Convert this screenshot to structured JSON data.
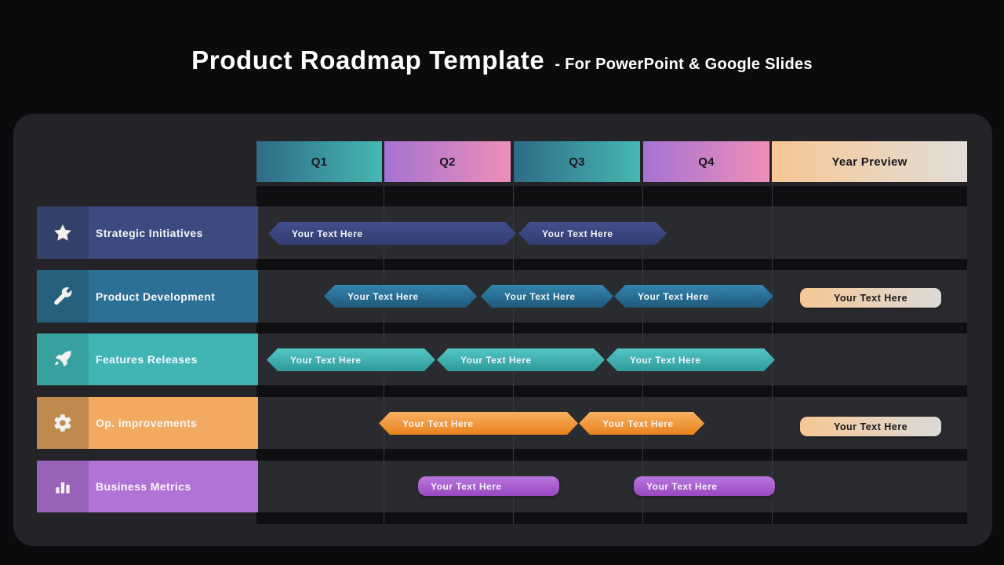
{
  "title": {
    "main": "Product Roadmap Template",
    "subtitle": "- For PowerPoint & Google Slides"
  },
  "columns": [
    {
      "label": "Q1",
      "gradient": [
        "#2f6b86",
        "#46b8b2"
      ]
    },
    {
      "label": "Q2",
      "gradient": [
        "#a573d2",
        "#ee8fb8"
      ]
    },
    {
      "label": "Q3",
      "gradient": [
        "#2f6b86",
        "#46b8b2"
      ]
    },
    {
      "label": "Q4",
      "gradient": [
        "#a573d2",
        "#ee8fb8"
      ]
    },
    {
      "label": "Year Preview",
      "gradient": [
        "#f7c795",
        "#e2ddd7"
      ]
    }
  ],
  "rows": [
    {
      "label": "Strategic Initiatives",
      "icon": "star-icon",
      "band_color": "#3c4a7f",
      "icon_bg": "#334069",
      "bar_gradient": [
        "#434f8e",
        "#333d71"
      ],
      "bars": [
        {
          "text": "Your Text Here"
        },
        {
          "text": "Your Text Here"
        }
      ]
    },
    {
      "label": "Product Development",
      "icon": "wrench-icon",
      "band_color": "#2d7095",
      "icon_bg": "#25607d",
      "bar_gradient": [
        "#3484ae",
        "#1f5a7b"
      ],
      "bars": [
        {
          "text": "Your Text Here"
        },
        {
          "text": "Your Text Here"
        },
        {
          "text": "Your Text Here"
        }
      ],
      "year_bar": {
        "text": "Your Text Here",
        "gradient": [
          "#f6c795",
          "#dcdad8"
        ]
      }
    },
    {
      "label": "Features Releases",
      "icon": "rocket-icon",
      "band_color": "#40b5b4",
      "icon_bg": "#37a1a0",
      "bar_gradient": [
        "#52c6c4",
        "#2f9b9b"
      ],
      "bars": [
        {
          "text": "Your Text Here"
        },
        {
          "text": "Your Text Here"
        },
        {
          "text": "Your Text Here"
        }
      ]
    },
    {
      "label": "Op. improvements",
      "icon": "gear-icon",
      "band_color": "#f1aa5f",
      "icon_bg": "#c08a4f",
      "bar_gradient": [
        "#f8b061",
        "#e8821c"
      ],
      "bars": [
        {
          "text": "Your Text Here"
        },
        {
          "text": "Your Text Here"
        }
      ],
      "year_bar": {
        "text": "Your Text Here",
        "gradient": [
          "#f6c795",
          "#dcdad8"
        ]
      }
    },
    {
      "label": "Business Metrics",
      "icon": "bar-chart-icon",
      "band_color": "#b273d7",
      "icon_bg": "#9962ba",
      "bar_gradient": [
        "#ba77de",
        "#9848c0"
      ],
      "bars": [
        {
          "text": "Your Text Here"
        },
        {
          "text": "Your Text Here"
        }
      ]
    }
  ],
  "colors": {
    "background": "#0b0b0d",
    "panel": "#242428",
    "grid_dark": "#0f0f12",
    "row_track": "#2a2b2f",
    "grid_divider": "#3a3a3e",
    "header_text": "#17171e",
    "bar_text": "#f2f4f8"
  }
}
